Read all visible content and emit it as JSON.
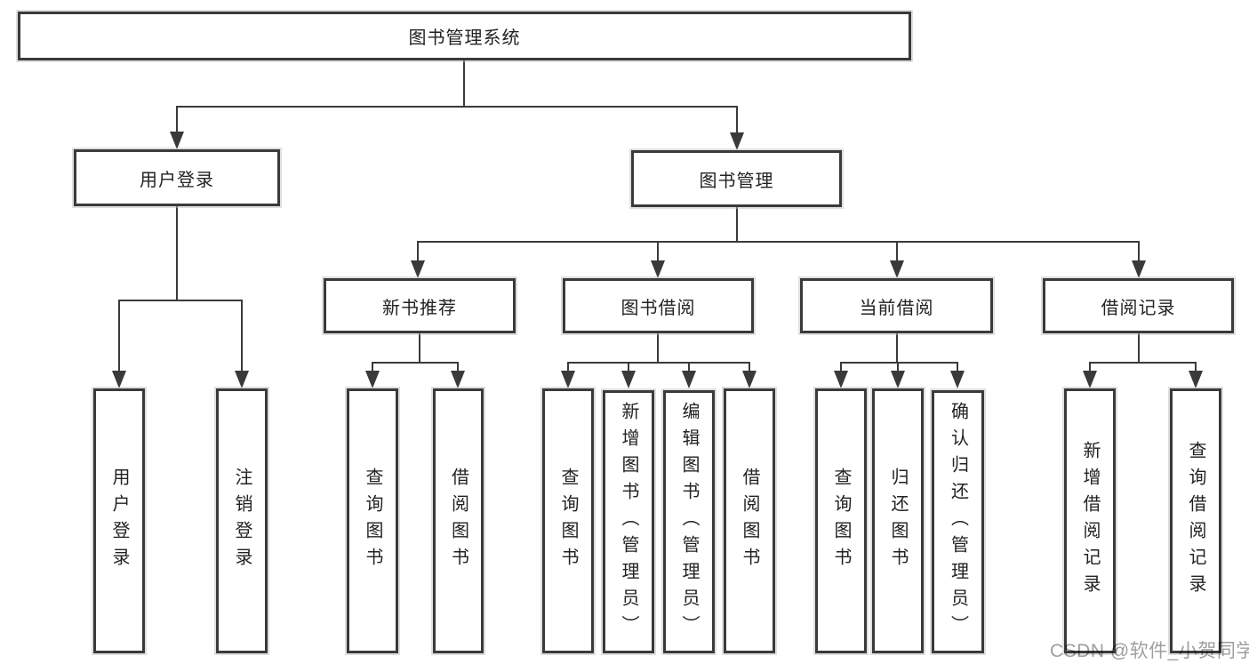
{
  "tree": {
    "root": "图书管理系统",
    "children": [
      {
        "label": "用户登录",
        "children": [
          {
            "label": "用户登录"
          },
          {
            "label": "注销登录"
          }
        ]
      },
      {
        "label": "图书管理",
        "children": [
          {
            "label": "新书推荐",
            "children": [
              {
                "label": "查询图书"
              },
              {
                "label": "借阅图书"
              }
            ]
          },
          {
            "label": "图书借阅",
            "children": [
              {
                "label": "查询图书"
              },
              {
                "label": "新增图书（管理员）"
              },
              {
                "label": "编辑图书（管理员）"
              },
              {
                "label": "借阅图书"
              }
            ]
          },
          {
            "label": "当前借阅",
            "children": [
              {
                "label": "查询图书"
              },
              {
                "label": "归还图书"
              },
              {
                "label": "确认归还（管理员）"
              }
            ]
          },
          {
            "label": "借阅记录",
            "children": [
              {
                "label": "新增借阅记录"
              },
              {
                "label": "查询借阅记录"
              }
            ]
          }
        ]
      }
    ]
  },
  "watermark": {
    "text": "CSDN @软件_小贺同学",
    "color": "#9e9e9e"
  },
  "colors": {
    "line": "#3a3a3a",
    "box_border": "#3a3a3a",
    "background": "#ffffff",
    "text": "#222222"
  }
}
